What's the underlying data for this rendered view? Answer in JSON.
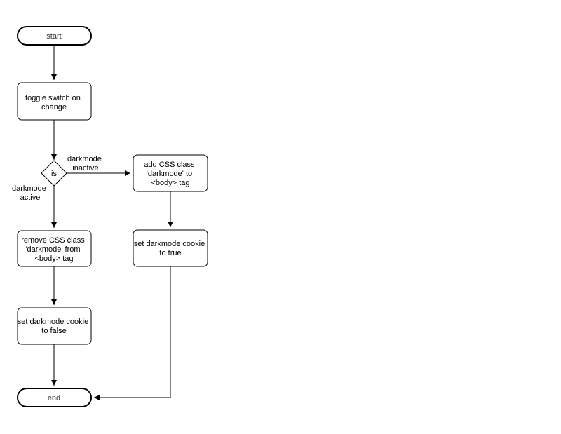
{
  "nodes": {
    "start": {
      "label": "start"
    },
    "toggle": {
      "lines": [
        "toggle switch on",
        "change"
      ]
    },
    "decision": {
      "label": "is"
    },
    "add_class": {
      "lines": [
        "add CSS class",
        "'darkmode' to",
        "<body> tag"
      ]
    },
    "set_true": {
      "lines": [
        "set darkmode cookie",
        "to true"
      ]
    },
    "remove_class": {
      "lines": [
        "remove CSS class",
        "'darkmode' from",
        "<body> tag"
      ]
    },
    "set_false": {
      "lines": [
        "set darkmode cookie",
        "to false"
      ]
    },
    "end": {
      "label": "end"
    }
  },
  "edge_labels": {
    "inactive": [
      "darkmode",
      "inactive"
    ],
    "active": [
      "darkmode",
      "active"
    ]
  },
  "colors": {
    "stroke": "#000000",
    "fill": "#ffffff",
    "terminal_text": "#333333"
  }
}
